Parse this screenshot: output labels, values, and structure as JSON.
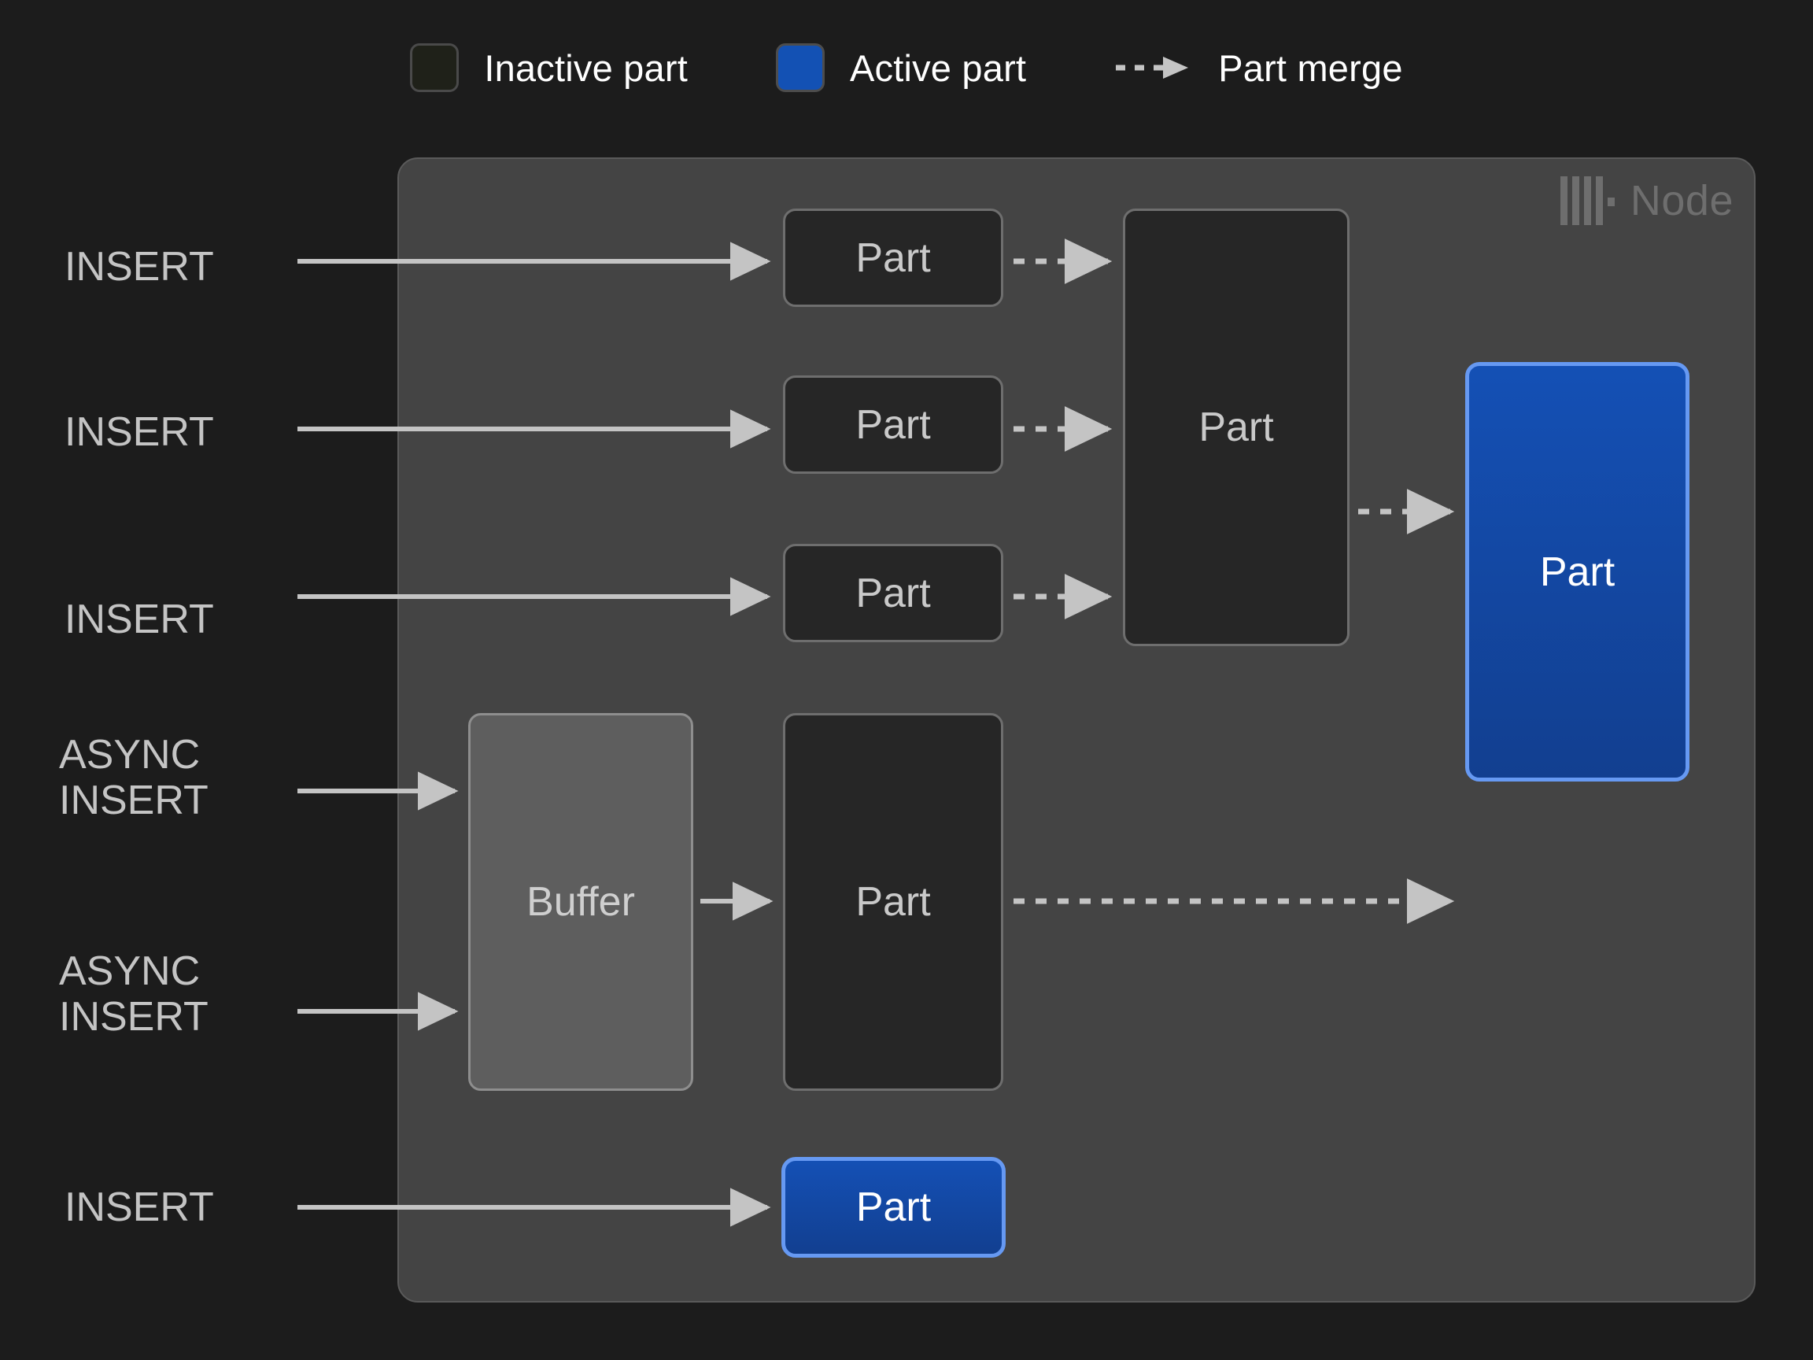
{
  "legend": {
    "items": [
      {
        "id": "inactive-part",
        "label": "Inactive part",
        "swatch": "square",
        "color": "#1f2119",
        "border": "#4a4a4a"
      },
      {
        "id": "active-part",
        "label": "Active part",
        "swatch": "square",
        "color": "#1351b4",
        "border": "#4d4d4d"
      },
      {
        "id": "part-merge",
        "label": "Part merge",
        "swatch": "dashed-arrow",
        "color": "#c4c4c4"
      }
    ]
  },
  "node": {
    "label": "Node",
    "icon": "clickhouse-logo-icon",
    "panel_color": "#444444"
  },
  "sources": [
    {
      "id": "insert-1",
      "label": "INSERT"
    },
    {
      "id": "insert-2",
      "label": "INSERT"
    },
    {
      "id": "insert-3",
      "label": "INSERT"
    },
    {
      "id": "async-insert-1",
      "label": "ASYNC\nINSERT"
    },
    {
      "id": "async-insert-2",
      "label": "ASYNC\nINSERT"
    },
    {
      "id": "insert-4",
      "label": "INSERT"
    }
  ],
  "boxes": {
    "part_row_1": {
      "label": "Part",
      "state": "inactive"
    },
    "part_row_2": {
      "label": "Part",
      "state": "inactive"
    },
    "part_row_3": {
      "label": "Part",
      "state": "inactive"
    },
    "part_merged_mid": {
      "label": "Part",
      "state": "inactive"
    },
    "buffer": {
      "label": "Buffer",
      "state": "buffer"
    },
    "part_async": {
      "label": "Part",
      "state": "inactive"
    },
    "part_final": {
      "label": "Part",
      "state": "active"
    },
    "part_direct_active": {
      "label": "Part",
      "state": "active"
    }
  },
  "colors": {
    "background": "#1c1c1c",
    "panel": "#444444",
    "inactive_fill": "#262626",
    "inactive_border": "#6e6e6e",
    "buffer_fill": "#5e5e5e",
    "active_fill": "#1248b0",
    "active_border": "#6699f2",
    "wire": "#c4c4c4",
    "text": "#c4c4c4",
    "node_text": "#6e6e6e"
  },
  "edges": [
    {
      "id": "insert-1-to-part-1",
      "type": "solid"
    },
    {
      "id": "insert-2-to-part-2",
      "type": "solid"
    },
    {
      "id": "insert-3-to-part-3",
      "type": "solid"
    },
    {
      "id": "async-insert-1-to-buffer",
      "type": "solid"
    },
    {
      "id": "async-insert-2-to-buffer",
      "type": "solid"
    },
    {
      "id": "buffer-to-part-async",
      "type": "solid"
    },
    {
      "id": "insert-4-to-part-direct-active",
      "type": "solid"
    },
    {
      "id": "part-1-to-merged",
      "type": "dashed"
    },
    {
      "id": "part-2-to-merged",
      "type": "dashed"
    },
    {
      "id": "part-3-to-merged",
      "type": "dashed"
    },
    {
      "id": "merged-to-final",
      "type": "dashed"
    },
    {
      "id": "part-async-to-final",
      "type": "dashed"
    }
  ]
}
